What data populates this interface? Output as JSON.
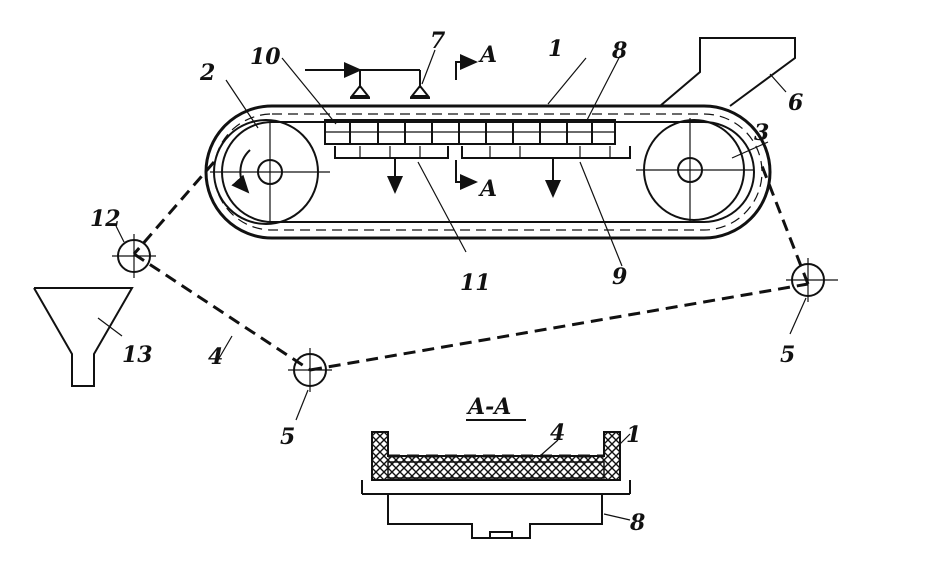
{
  "labels": {
    "n1": "1",
    "n1b": "1",
    "n2": "2",
    "n3": "3",
    "n4": "4",
    "n4b": "4",
    "n5a": "5",
    "n5b": "5",
    "n6": "6",
    "n7": "7",
    "n8": "8",
    "n8b": "8",
    "n9": "9",
    "n10": "10",
    "n11": "11",
    "n12": "12",
    "n13": "13",
    "secA_top": "A",
    "secA_bot": "A",
    "section_title": "A-A"
  }
}
